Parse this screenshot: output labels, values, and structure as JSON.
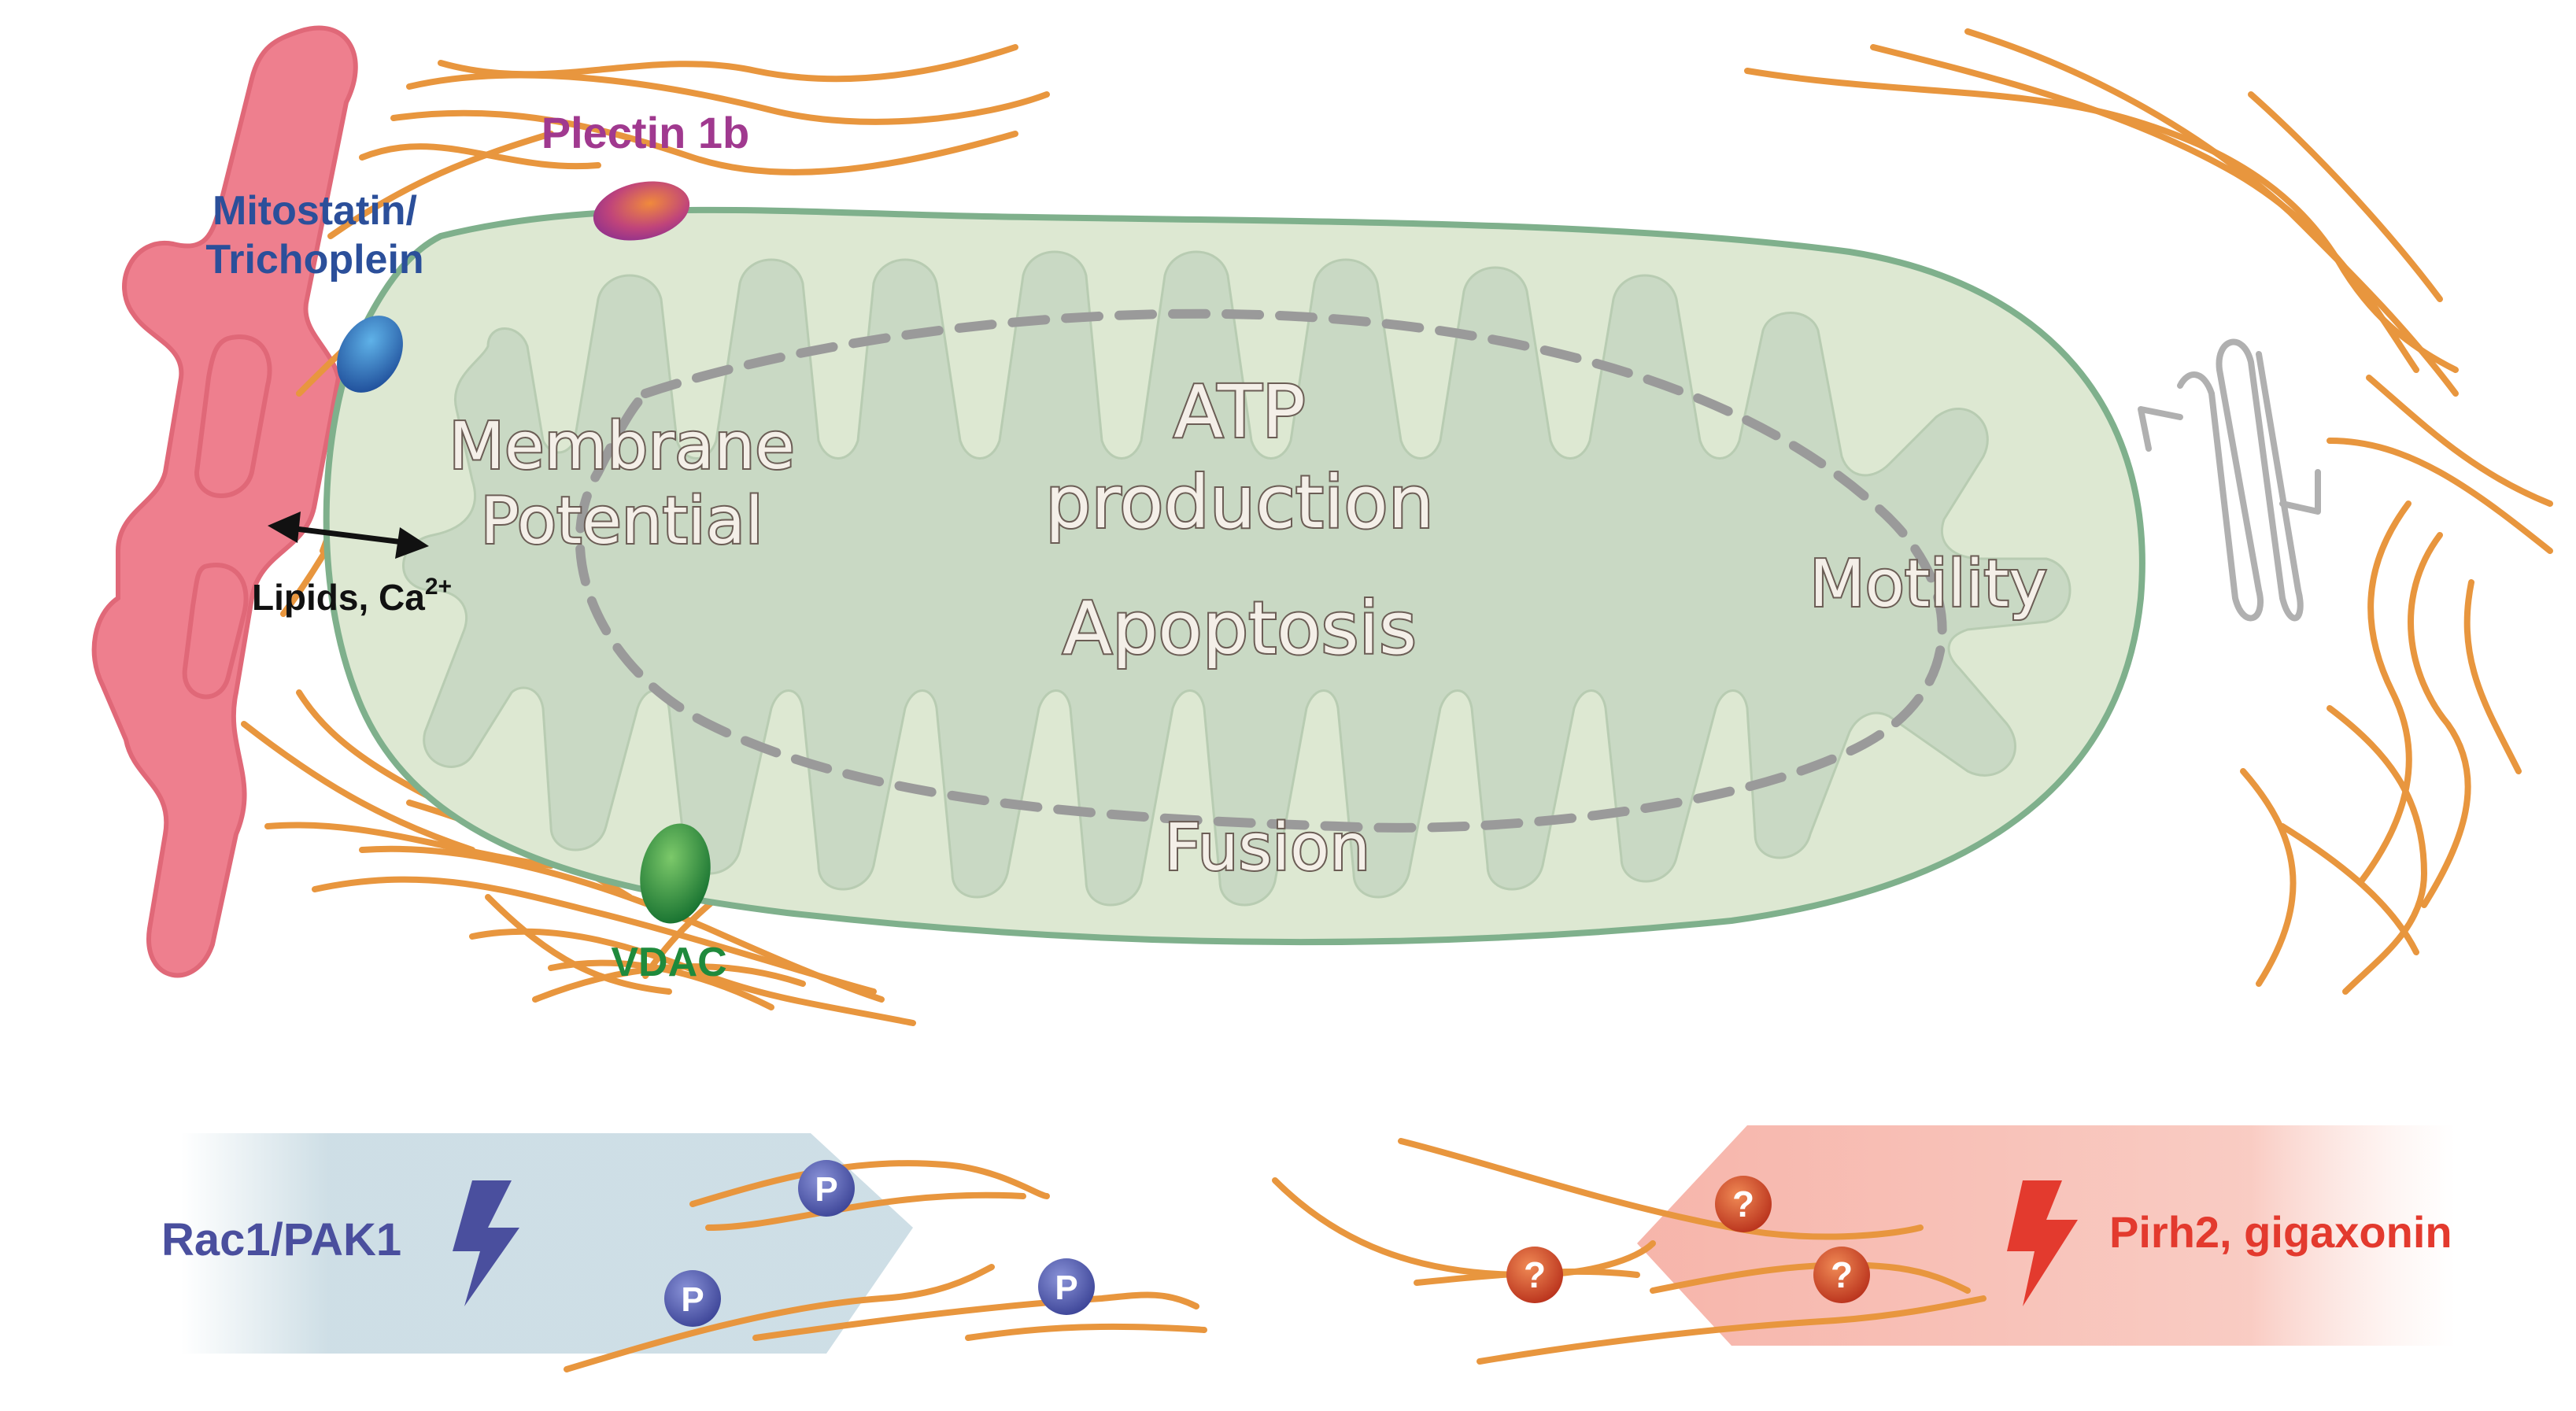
{
  "labels": {
    "plectin": "Plectin 1b",
    "mitostatin_line1": "Mitostatin/",
    "mitostatin_line2": "Trichoplein",
    "membrane_line1": "Membrane",
    "membrane_line2": "Potential",
    "atp_line1": "ATP",
    "atp_line2": "production",
    "apoptosis": "Apoptosis",
    "motility": "Motility",
    "fusion": "Fusion",
    "lipids": "Lipids, Ca",
    "lipids_sup": "2+",
    "vdac": "VDAC",
    "rac": "Rac1/PAK1",
    "pirh": "Pirh2, gigaxonin"
  },
  "markers": {
    "phospho": "P",
    "unknown": "?"
  },
  "colors": {
    "filament": "#e8963e",
    "er": "#ee7f8e",
    "mito_fill": "#dde8d2",
    "mito_stroke": "#7fb08c",
    "cristae": "#c9d9c4",
    "dashed": "#9a9a9a",
    "plectin": "#a0398f",
    "mitostatin": "#2b4f9a",
    "vdac": "#1f8a3c",
    "rac_panel": "#c9dbe3",
    "rac_text": "#4a4f9e",
    "pirh_panel": "#f6b1a6",
    "pirh_text": "#e33a2e",
    "p_marker": "#5a63b0",
    "q_marker": "#d8482b"
  }
}
